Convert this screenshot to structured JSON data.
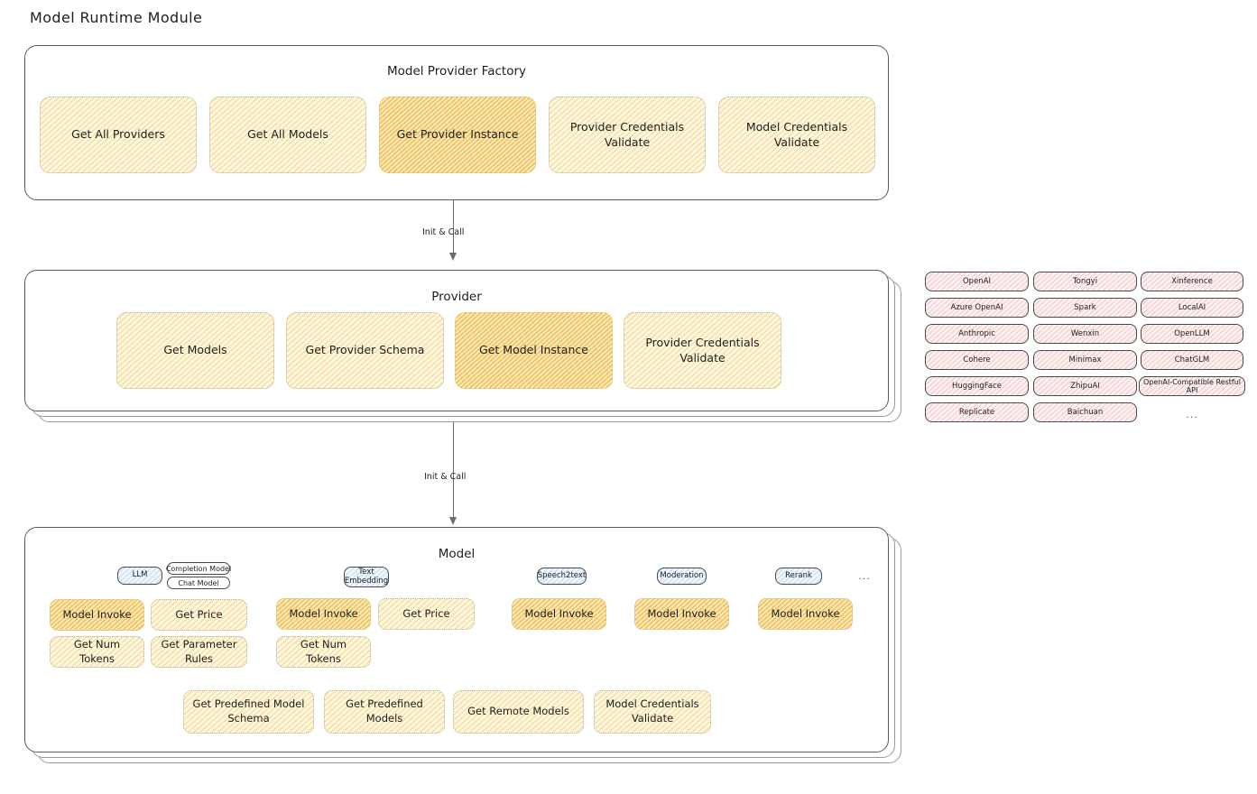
{
  "page": {
    "title": "Model Runtime Module"
  },
  "factory": {
    "title": "Model Provider Factory",
    "nodes": [
      {
        "label": "Get All Providers",
        "highlighted": false
      },
      {
        "label": "Get All Models",
        "highlighted": false
      },
      {
        "label": "Get Provider Instance",
        "highlighted": true
      },
      {
        "label": "Provider Credentials Validate",
        "highlighted": false
      },
      {
        "label": "Model Credentials Validate",
        "highlighted": false
      }
    ]
  },
  "connectors": [
    {
      "label": "Init & Call",
      "from": "Model Provider Factory",
      "to": "Provider"
    },
    {
      "label": "Init & Call",
      "from": "Provider",
      "to": "Model"
    }
  ],
  "provider": {
    "title": "Provider",
    "nodes": [
      {
        "label": "Get Models",
        "highlighted": false
      },
      {
        "label": "Get Provider Schema",
        "highlighted": false
      },
      {
        "label": "Get Model Instance",
        "highlighted": true
      },
      {
        "label": "Provider Credentials Validate",
        "highlighted": false
      }
    ]
  },
  "provider_list": {
    "columns": [
      [
        "OpenAI",
        "Azure OpenAI",
        "Anthropic",
        "Cohere",
        "HuggingFace",
        "Replicate"
      ],
      [
        "Tongyi",
        "Spark",
        "Wenxin",
        "Minimax",
        "ZhipuAI",
        "Baichuan"
      ],
      [
        "Xinference",
        "LocalAI",
        "OpenLLM",
        "ChatGLM",
        "OpenAI-Compatible Restful API"
      ]
    ],
    "more": "..."
  },
  "model": {
    "title": "Model",
    "more": "...",
    "types": [
      {
        "badge": "LLM",
        "badge_lines": [
          "LLM"
        ],
        "tags": [
          "Completion Model",
          "Chat Model"
        ],
        "nodes": [
          {
            "label": "Model Invoke",
            "highlighted": true
          },
          {
            "label": "Get Price",
            "highlighted": false
          },
          {
            "label": "Get Num Tokens",
            "highlighted": false
          },
          {
            "label": "Get Parameter Rules",
            "highlighted": false
          }
        ]
      },
      {
        "badge": "Text Embedding",
        "badge_lines": [
          "Text",
          "Embedding"
        ],
        "tags": [],
        "nodes": [
          {
            "label": "Model Invoke",
            "highlighted": true
          },
          {
            "label": "Get Price",
            "highlighted": false
          },
          {
            "label": "Get Num Tokens",
            "highlighted": false
          }
        ]
      },
      {
        "badge": "Speech2text",
        "badge_lines": [
          "Speech2text"
        ],
        "tags": [],
        "nodes": [
          {
            "label": "Model Invoke",
            "highlighted": true
          }
        ]
      },
      {
        "badge": "Moderation",
        "badge_lines": [
          "Moderation"
        ],
        "tags": [],
        "nodes": [
          {
            "label": "Model Invoke",
            "highlighted": true
          }
        ]
      },
      {
        "badge": "Rerank",
        "badge_lines": [
          "Rerank"
        ],
        "tags": [],
        "nodes": [
          {
            "label": "Model Invoke",
            "highlighted": true
          }
        ]
      }
    ],
    "common_nodes": [
      {
        "label": "Get Predefined Model Schema"
      },
      {
        "label": "Get Predefined Models"
      },
      {
        "label": "Get Remote Models"
      },
      {
        "label": "Model Credentials Validate"
      }
    ]
  },
  "colors": {
    "node_fill": "#fdf6e0",
    "node_highlight_fill": "#fbe6b6",
    "chip_fill": "#fdf0f0",
    "badge_fill": "#eff6fd",
    "stroke": "#1e1e1e",
    "background": "#ffffff"
  }
}
